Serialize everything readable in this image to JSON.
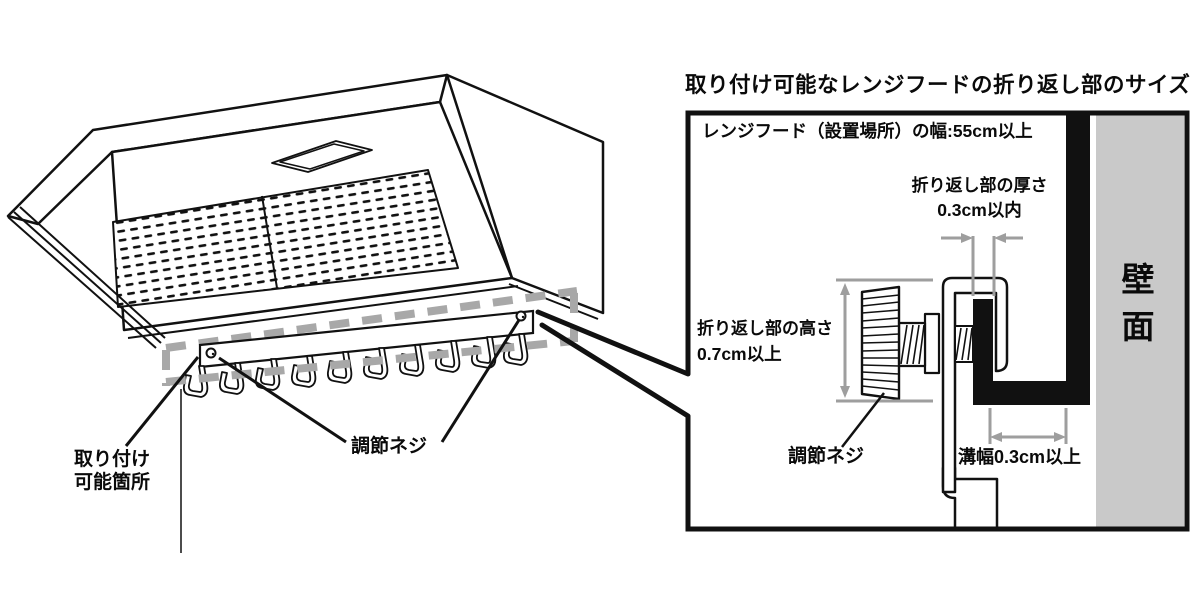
{
  "title": "取り付け可能なレンジフードの折り返し部のサイズ",
  "left_diagram": {
    "mount_label_line1": "取り付け",
    "mount_label_line2": "可能箇所",
    "screw_label": "調節ネジ"
  },
  "right_panel": {
    "width_note": "レンジフード（設置場所）の幅:55cm以上",
    "thickness_dim": {
      "line1": "折り返し部の厚さ",
      "line2": "0.3cm以内"
    },
    "height_dim": {
      "line1": "折り返し部の高さ",
      "line2": "0.7cm以上"
    },
    "screw_label": "調節ネジ",
    "groove_label": "溝幅0.3cm以上",
    "wall_label": "壁面"
  },
  "colors": {
    "line": "#111111",
    "gray_dash": "#a8a8a8",
    "dimension_gray": "#9e9e9e",
    "wall_fill": "#c9c9c9",
    "background": "#ffffff"
  }
}
